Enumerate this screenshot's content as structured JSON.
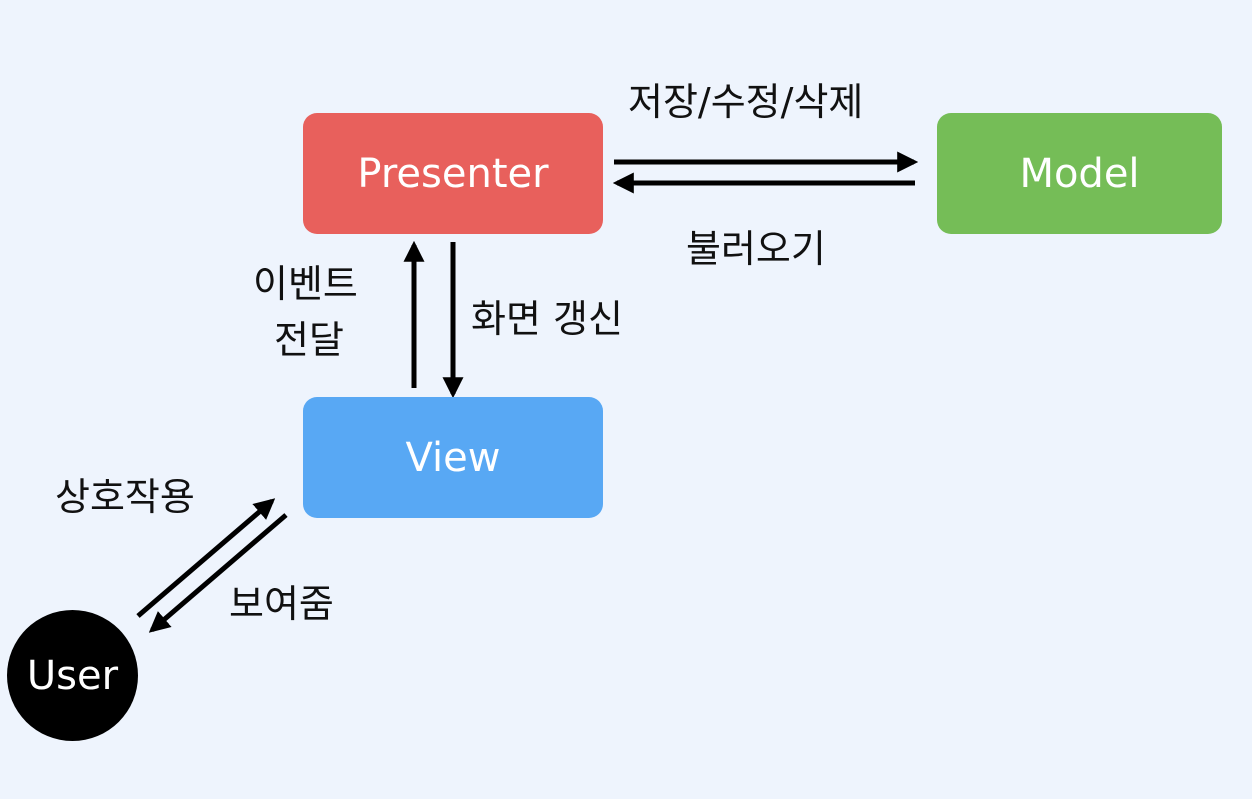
{
  "nodes": {
    "presenter": {
      "label": "Presenter",
      "color": "#e8605c"
    },
    "model": {
      "label": "Model",
      "color": "#75bd57"
    },
    "view": {
      "label": "View",
      "color": "#58a8f4"
    },
    "user": {
      "label": "User",
      "color": "#000000"
    }
  },
  "edges": {
    "presenter_to_model": "저장/수정/삭제",
    "model_to_presenter": "불러오기",
    "view_to_presenter": {
      "line1": "이벤트",
      "line2": "전달"
    },
    "presenter_to_view": "화면 갱신",
    "user_to_view": "상호작용",
    "view_to_user": "보여줌"
  },
  "colors": {
    "background": "#eef4fd",
    "arrow": "#000000",
    "text": "#111111"
  }
}
